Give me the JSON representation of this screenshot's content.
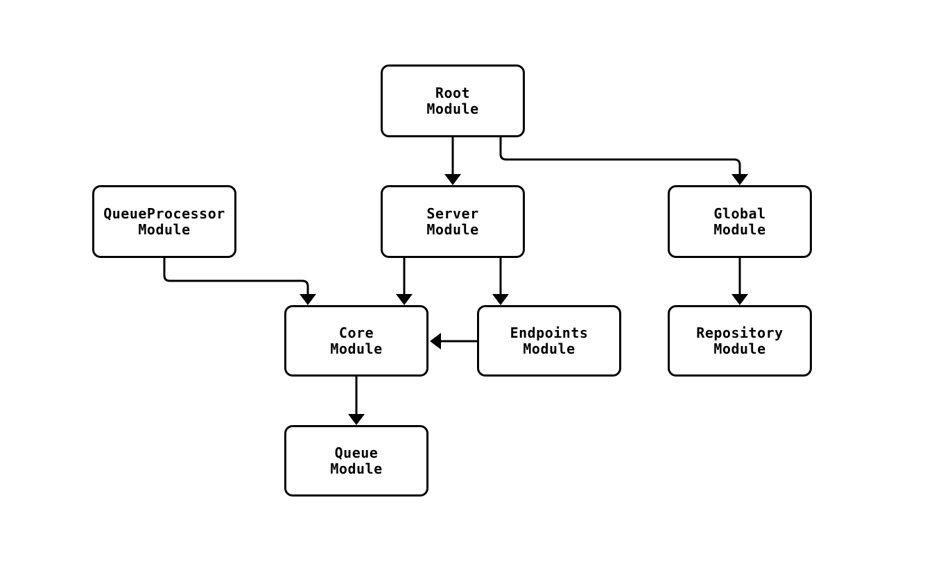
{
  "diagram": {
    "type": "module-dependency-flowchart",
    "background_color": "#ffffff",
    "node_fill_color": "#ffffff",
    "node_border_color": "#000000",
    "edge_color": "#000000",
    "text_color": "#000000",
    "nodes": [
      {
        "id": "root",
        "label": "Root\nModule"
      },
      {
        "id": "queueprocessor",
        "label": "QueueProcessor\nModule"
      },
      {
        "id": "server",
        "label": "Server\nModule"
      },
      {
        "id": "global",
        "label": "Global\nModule"
      },
      {
        "id": "core",
        "label": "Core\nModule"
      },
      {
        "id": "endpoints",
        "label": "Endpoints\nModule"
      },
      {
        "id": "repository",
        "label": "Repository\nModule"
      },
      {
        "id": "queue",
        "label": "Queue\nModule"
      }
    ],
    "edges": [
      {
        "from": "root",
        "to": "server"
      },
      {
        "from": "root",
        "to": "global"
      },
      {
        "from": "queueprocessor",
        "to": "core"
      },
      {
        "from": "server",
        "to": "core"
      },
      {
        "from": "server",
        "to": "endpoints"
      },
      {
        "from": "endpoints",
        "to": "core"
      },
      {
        "from": "global",
        "to": "repository"
      },
      {
        "from": "core",
        "to": "queue"
      }
    ]
  }
}
